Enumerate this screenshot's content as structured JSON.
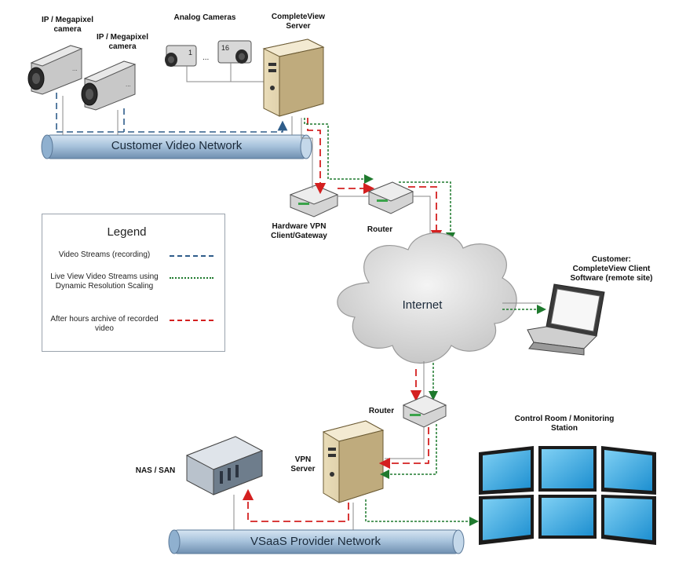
{
  "labels": {
    "ip_camera_1": "IP / Megapixel camera",
    "ip_camera_2": "IP / Megapixel camera",
    "analog_cameras": "Analog Cameras",
    "analog_cam_1_num": "1",
    "analog_cam_16_num": "16",
    "analog_ellipsis": "...",
    "completeview_server": "CompleteView Server",
    "hardware_vpn": "Hardware VPN Client/Gateway",
    "router_top": "Router",
    "router_bottom": "Router",
    "customer_client": "Customer: CompleteView Client Software (remote site)",
    "internet": "Internet",
    "vpn_server": "VPN Server",
    "nas_san": "NAS / SAN",
    "control_room": "Control Room / Monitoring Station"
  },
  "networks": {
    "customer": "Customer Video Network",
    "vsaas": "VSaaS Provider Network"
  },
  "legend": {
    "title": "Legend",
    "items": [
      {
        "label": "Video Streams (recording)",
        "style": "blue-dashed",
        "color": "#2f5d8a"
      },
      {
        "label": "Live View Video Streams using Dynamic Resolution Scaling",
        "style": "green-dotted",
        "color": "#1f7a2e"
      },
      {
        "label": "After hours archive of recorded video",
        "style": "red-dashed",
        "color": "#d42020"
      }
    ]
  },
  "colors": {
    "pipe_fill": "#a9c4dd",
    "blue_stream": "#2f5d8a",
    "green_stream": "#1f7a2e",
    "red_stream": "#d42020",
    "cloud_fill": "#d9d9d9",
    "monitor_screen": "#2aa6e2"
  }
}
